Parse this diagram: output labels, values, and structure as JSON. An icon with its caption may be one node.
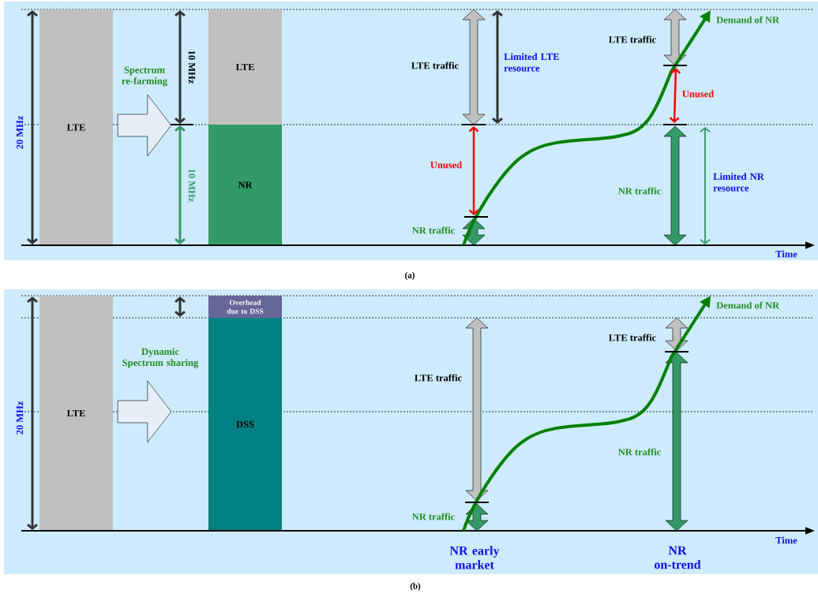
{
  "diagram": {
    "nodes": [
      {
        "text": [
          "LTE"
        ]
      },
      {
        "text": [
          "LTE"
        ]
      },
      {
        "text": [
          "NR"
        ]
      },
      {
        "text": [
          "LTE"
        ]
      },
      {
        "text": [
          "Overhead due to DSS"
        ]
      },
      {
        "text": [
          "DSS"
        ]
      }
    ],
    "edges": [
      {
        "from": 0,
        "to": 1,
        "arrow": "to",
        "label": "Spectrum re-farming"
      },
      {
        "from": 3,
        "to": 5,
        "arrow": "to",
        "label": "Dynamic Spectrum sharing"
      }
    ],
    "labels": [
      "20 MHz",
      "10 MHz",
      "10 MHz",
      "LTE traffic",
      "Limited LTE resource",
      "Unused",
      "NR traffic",
      "LTE traffic",
      "Demand of NR",
      "Unused",
      "NR traffic",
      "Limited NR resource",
      "Time",
      "(a)",
      "20 MHz",
      "LTE traffic",
      "NR traffic",
      "LTE traffic",
      "Demand of NR",
      "NR traffic",
      "Time",
      "NR early market",
      "NR on-trend",
      "(b)"
    ]
  }
}
